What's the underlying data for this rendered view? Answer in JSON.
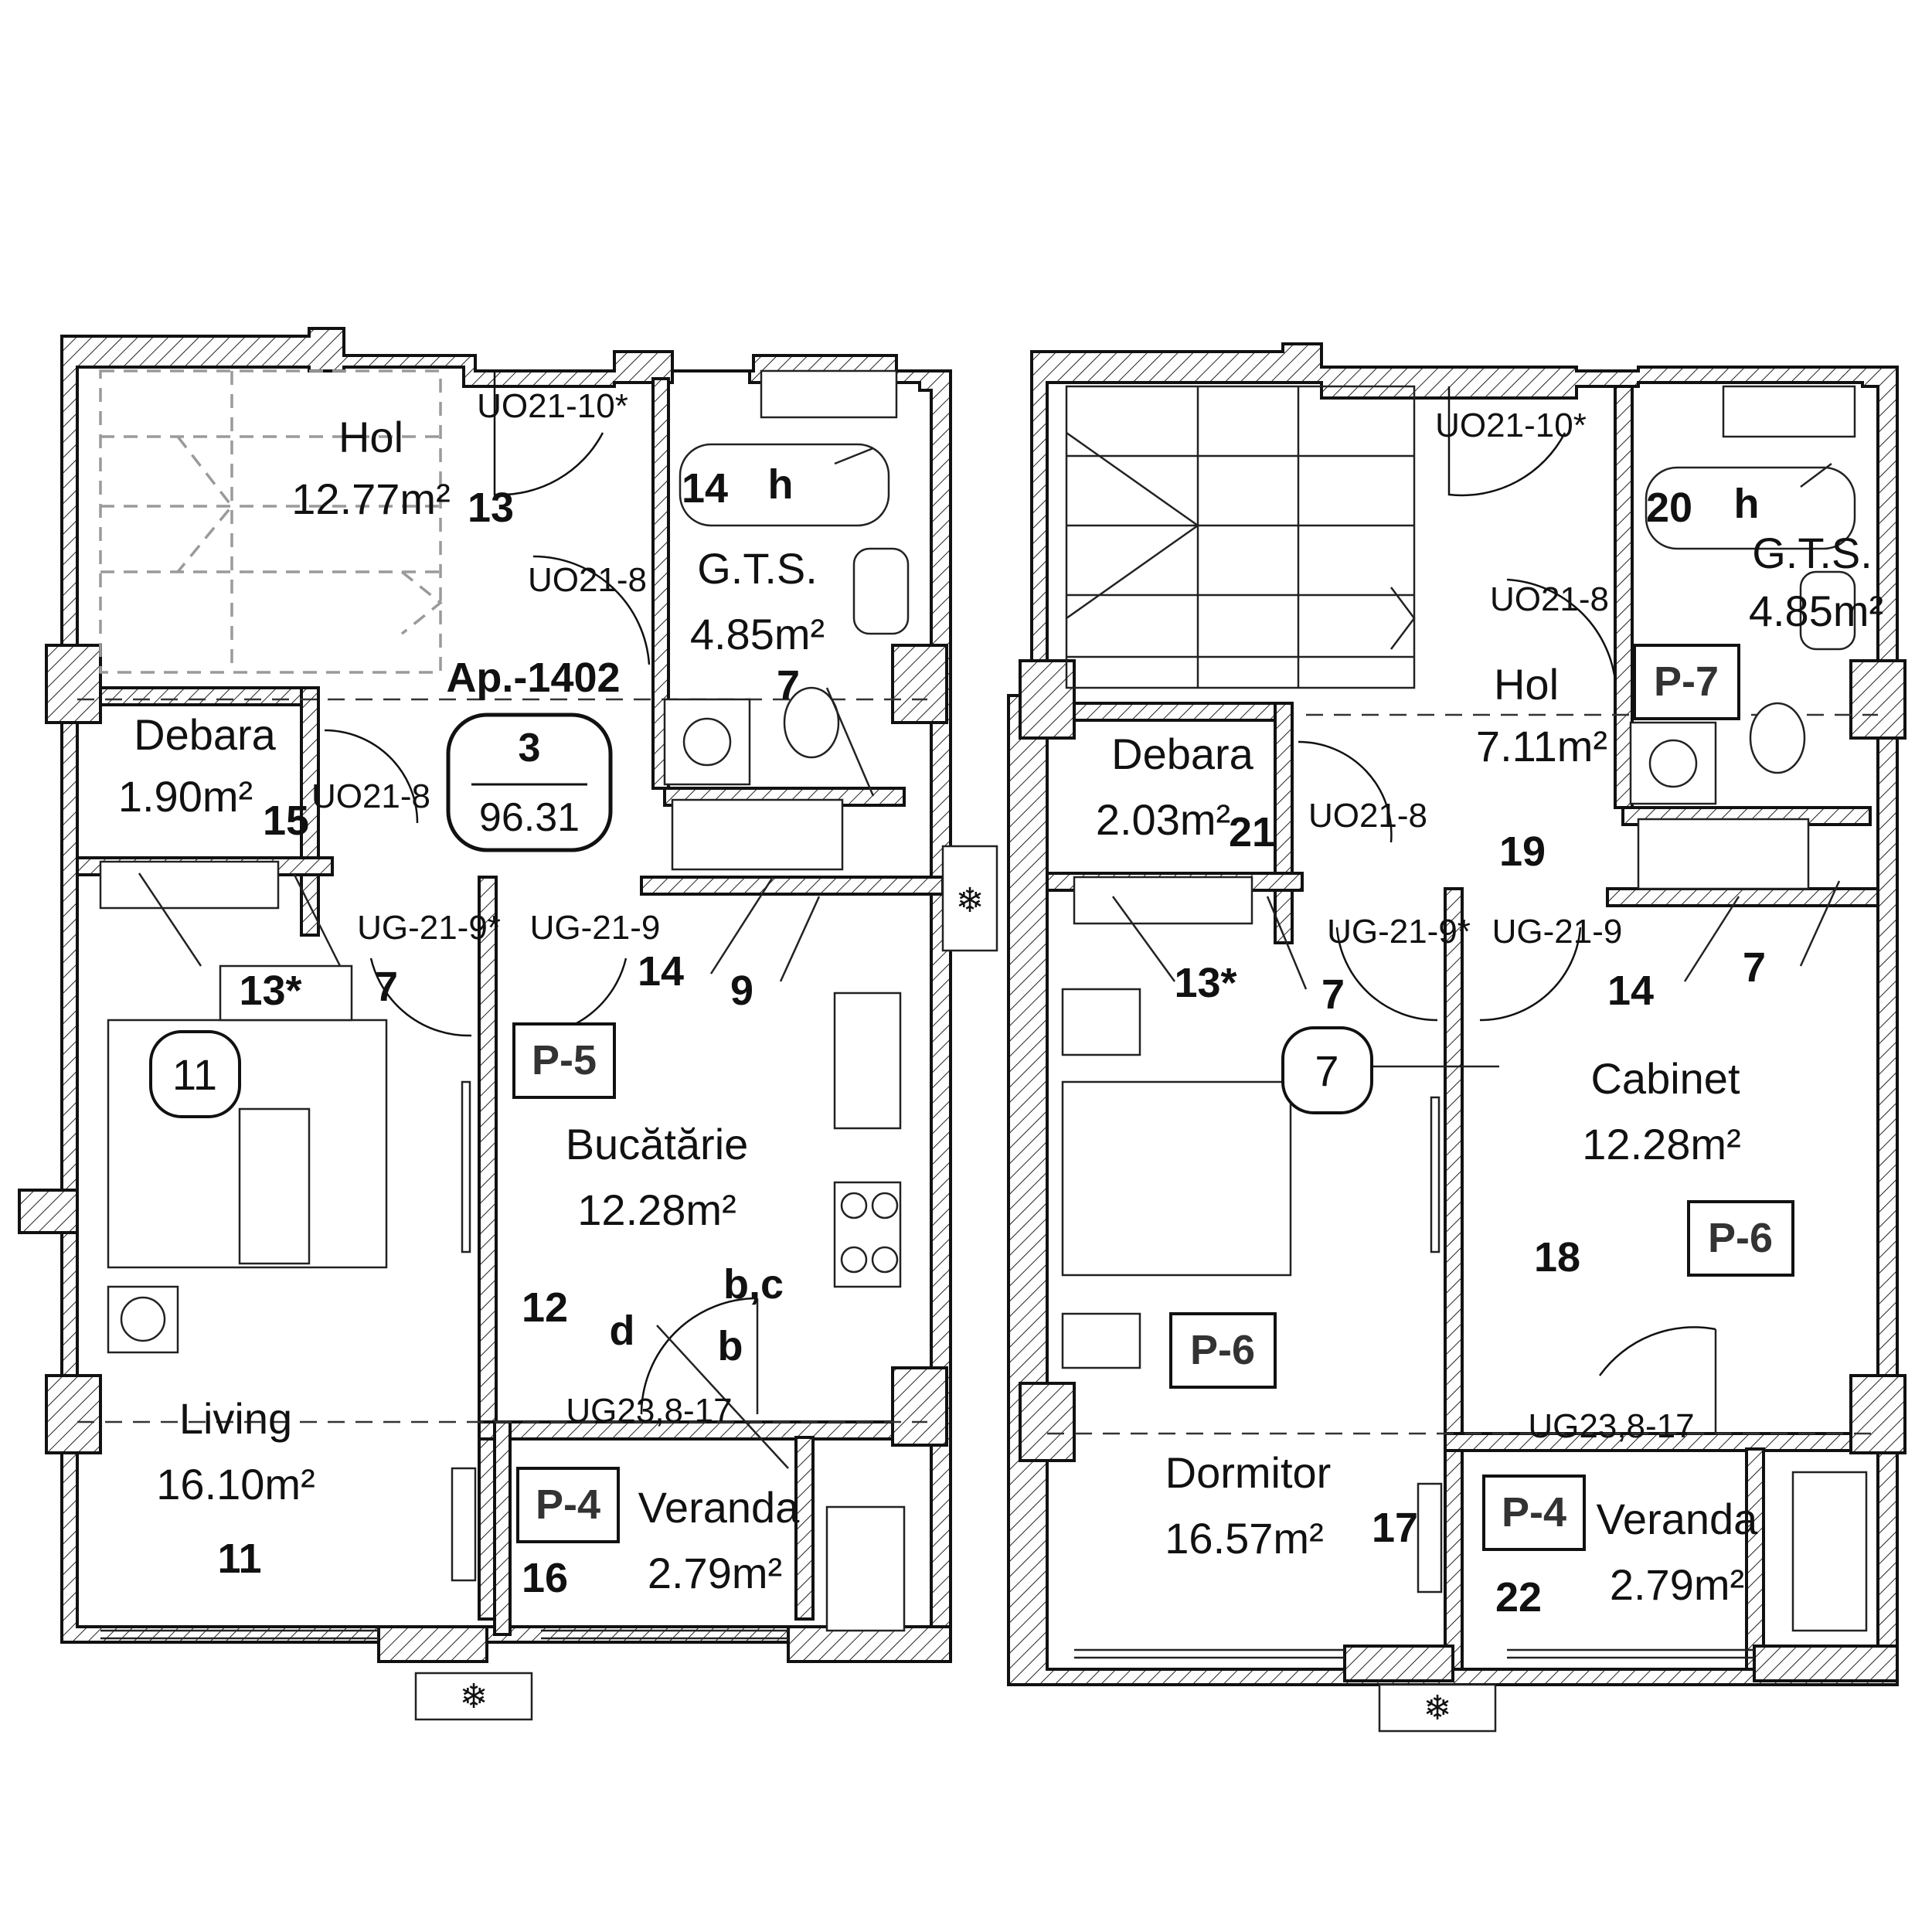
{
  "plan_left": {
    "apartment": {
      "label": "Ap.-1402",
      "rooms": "3",
      "area": "96.31"
    },
    "rooms": [
      {
        "name": "Hol",
        "area": "12.77m²",
        "num": "13"
      },
      {
        "name": "G.T.S.",
        "area": "4.85m²",
        "num": "14"
      },
      {
        "name": "Debara",
        "area": "1.90m²",
        "num": "15"
      },
      {
        "name": "Bucătărie",
        "area": "12.28m²",
        "num": "12"
      },
      {
        "name": "Living",
        "area": "16.10m²",
        "num": "11"
      },
      {
        "name": "Veranda",
        "area": "2.79m²",
        "num": "16"
      }
    ],
    "door_codes": [
      "UO21-10*",
      "UO21-8",
      "UO21-8",
      "UG-21-9*",
      "UG-21-9",
      "UG23,8-17"
    ],
    "markers": [
      "h",
      "7",
      "13*",
      "7",
      "14",
      "9",
      "d",
      "b,c",
      "b"
    ],
    "panels": [
      "P-5",
      "P-4"
    ],
    "circle": "11"
  },
  "plan_right": {
    "rooms": [
      {
        "name": "G.T.S.",
        "area": "4.85m²",
        "num": "20"
      },
      {
        "name": "Hol",
        "area": "7.11m²",
        "num": "19"
      },
      {
        "name": "Debara",
        "area": "2.03m²",
        "num": "21"
      },
      {
        "name": "Cabinet",
        "area": "12.28m²",
        "num": "18"
      },
      {
        "name": "Dormitor",
        "area": "16.57m²",
        "num": "17"
      },
      {
        "name": "Veranda",
        "area": "2.79m²",
        "num": "22"
      }
    ],
    "door_codes": [
      "UO21-10*",
      "UO21-8",
      "UO21-8",
      "UG-21-9*",
      "UG-21-9",
      "UG23,8-17"
    ],
    "markers": [
      "h",
      "13*",
      "7",
      "14",
      "7"
    ],
    "panels": [
      "P-7",
      "P-6",
      "P-6",
      "P-4"
    ],
    "circle": "7"
  },
  "icons": [
    "snowflake-icon",
    "snowflake-icon",
    "snowflake-icon"
  ]
}
